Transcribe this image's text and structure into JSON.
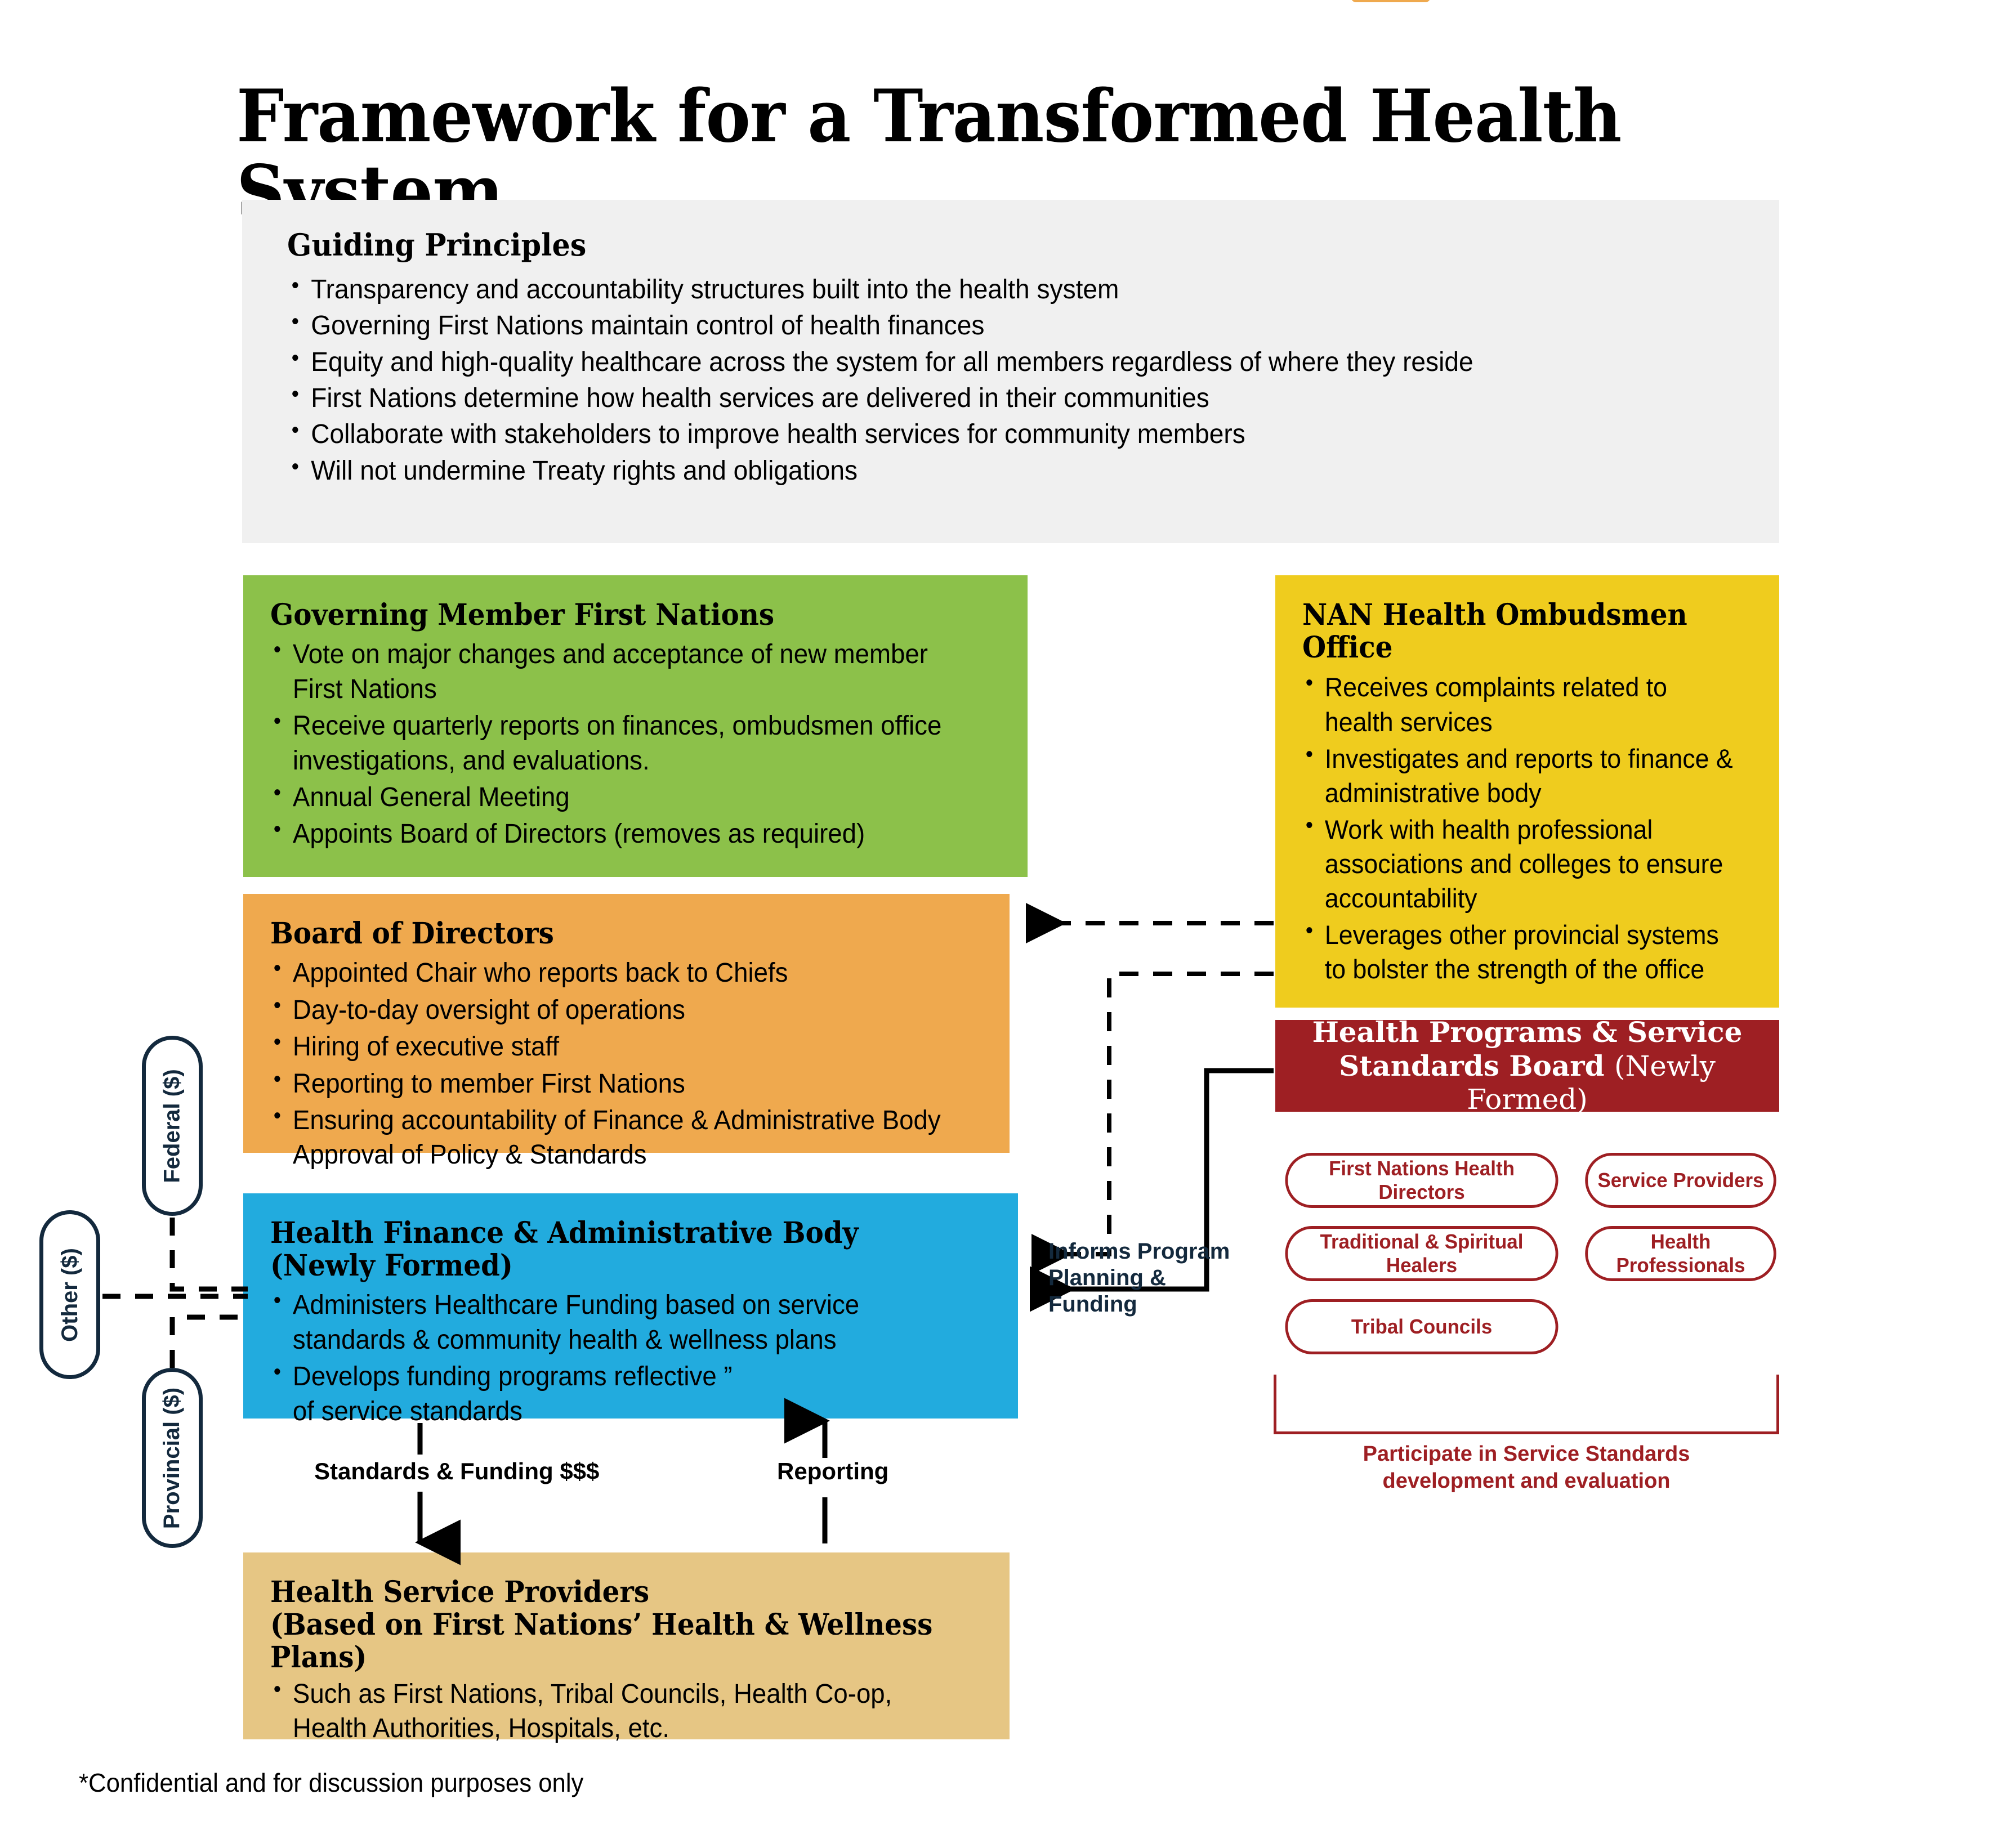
{
  "page": {
    "title": "Framework for a Transformed Health System",
    "footer_note": "*Confidential and for discussion purposes only"
  },
  "colors": {
    "green": "#8CC14A",
    "orange": "#EFA94E",
    "blue": "#22ABDE",
    "tan": "#E6C684",
    "yellow": "#EFCC1E",
    "dark_red": "#9E1F23",
    "navy": "#13293D",
    "gray": "#F0F0F0"
  },
  "guiding_principles": {
    "title": "Guiding Principles",
    "items": [
      "Transparency and accountability structures built into the health system",
      "Governing First Nations maintain control of health finances",
      "Equity and high-quality healthcare across the system for all members regardless of where they reside",
      "First Nations determine how health services are delivered in their communities",
      "Collaborate with stakeholders to improve health services for community members",
      "Will not undermine Treaty rights and obligations"
    ]
  },
  "governing_member_first_nations": {
    "title": "Governing Member First Nations",
    "items": [
      "Vote on major changes and acceptance of new member First Nations",
      "Receive quarterly reports on finances, ombudsmen office investigations, and evaluations.",
      "Annual General Meeting",
      "Appoints Board of Directors (removes as required)"
    ]
  },
  "board_of_directors": {
    "title": "Board of Directors",
    "items": [
      "Appointed Chair who reports back to Chiefs",
      "Day-to-day oversight of operations",
      "Hiring of executive staff",
      "Reporting to member First Nations",
      "Ensuring accountability of Finance & Administrative Body Approval of Policy & Standards"
    ]
  },
  "health_finance_body": {
    "title_line1": "Health Finance & Administrative Body",
    "title_line2": "(Newly Formed)",
    "items": [
      "Administers Healthcare Funding based on service standards & community health & wellness plans",
      "Develops funding programs reflective ”",
      "of service standards"
    ]
  },
  "health_service_providers": {
    "title_line1": "Health Service Providers",
    "title_line2": "(Based on First Nations’ Health & Wellness Plans)",
    "items": [
      "Such as First Nations, Tribal Councils, Health Co-op, Health Authorities, Hospitals, etc."
    ]
  },
  "nan_health_ombudsmen_office": {
    "title": "NAN Health Ombudsmen Office",
    "items": [
      "Receives complaints related to health services",
      "Investigates and reports to finance & administrative body",
      "Work with health professional associations and colleges to ensure accountability",
      "Leverages other provincial systems to bolster the strength of the office"
    ]
  },
  "health_programs_board": {
    "title_bold": "Health Programs & Service Standards Board ",
    "title_light": "(Newly Formed)",
    "line1_bold": "Health Programs & Service",
    "line2_bold": "Standards Board ",
    "line2_light": "(Newly Formed)"
  },
  "participants": {
    "pills": [
      "First Nations Health Directors",
      "Service Providers",
      "Traditional & Spiritual Healers",
      "Health Professionals",
      "Tribal Councils"
    ],
    "caption_line1": "Participate in Service Standards",
    "caption_line2": "development and evaluation"
  },
  "funding_sources": [
    "Federal ($)",
    "Other ($)",
    "Provincial ($)"
  ],
  "flow_labels": {
    "standards_funding": "Standards & Funding $$$",
    "reporting": "Reporting",
    "informs_line1": "Informs Program",
    "informs_line2": "Planning & Funding"
  }
}
